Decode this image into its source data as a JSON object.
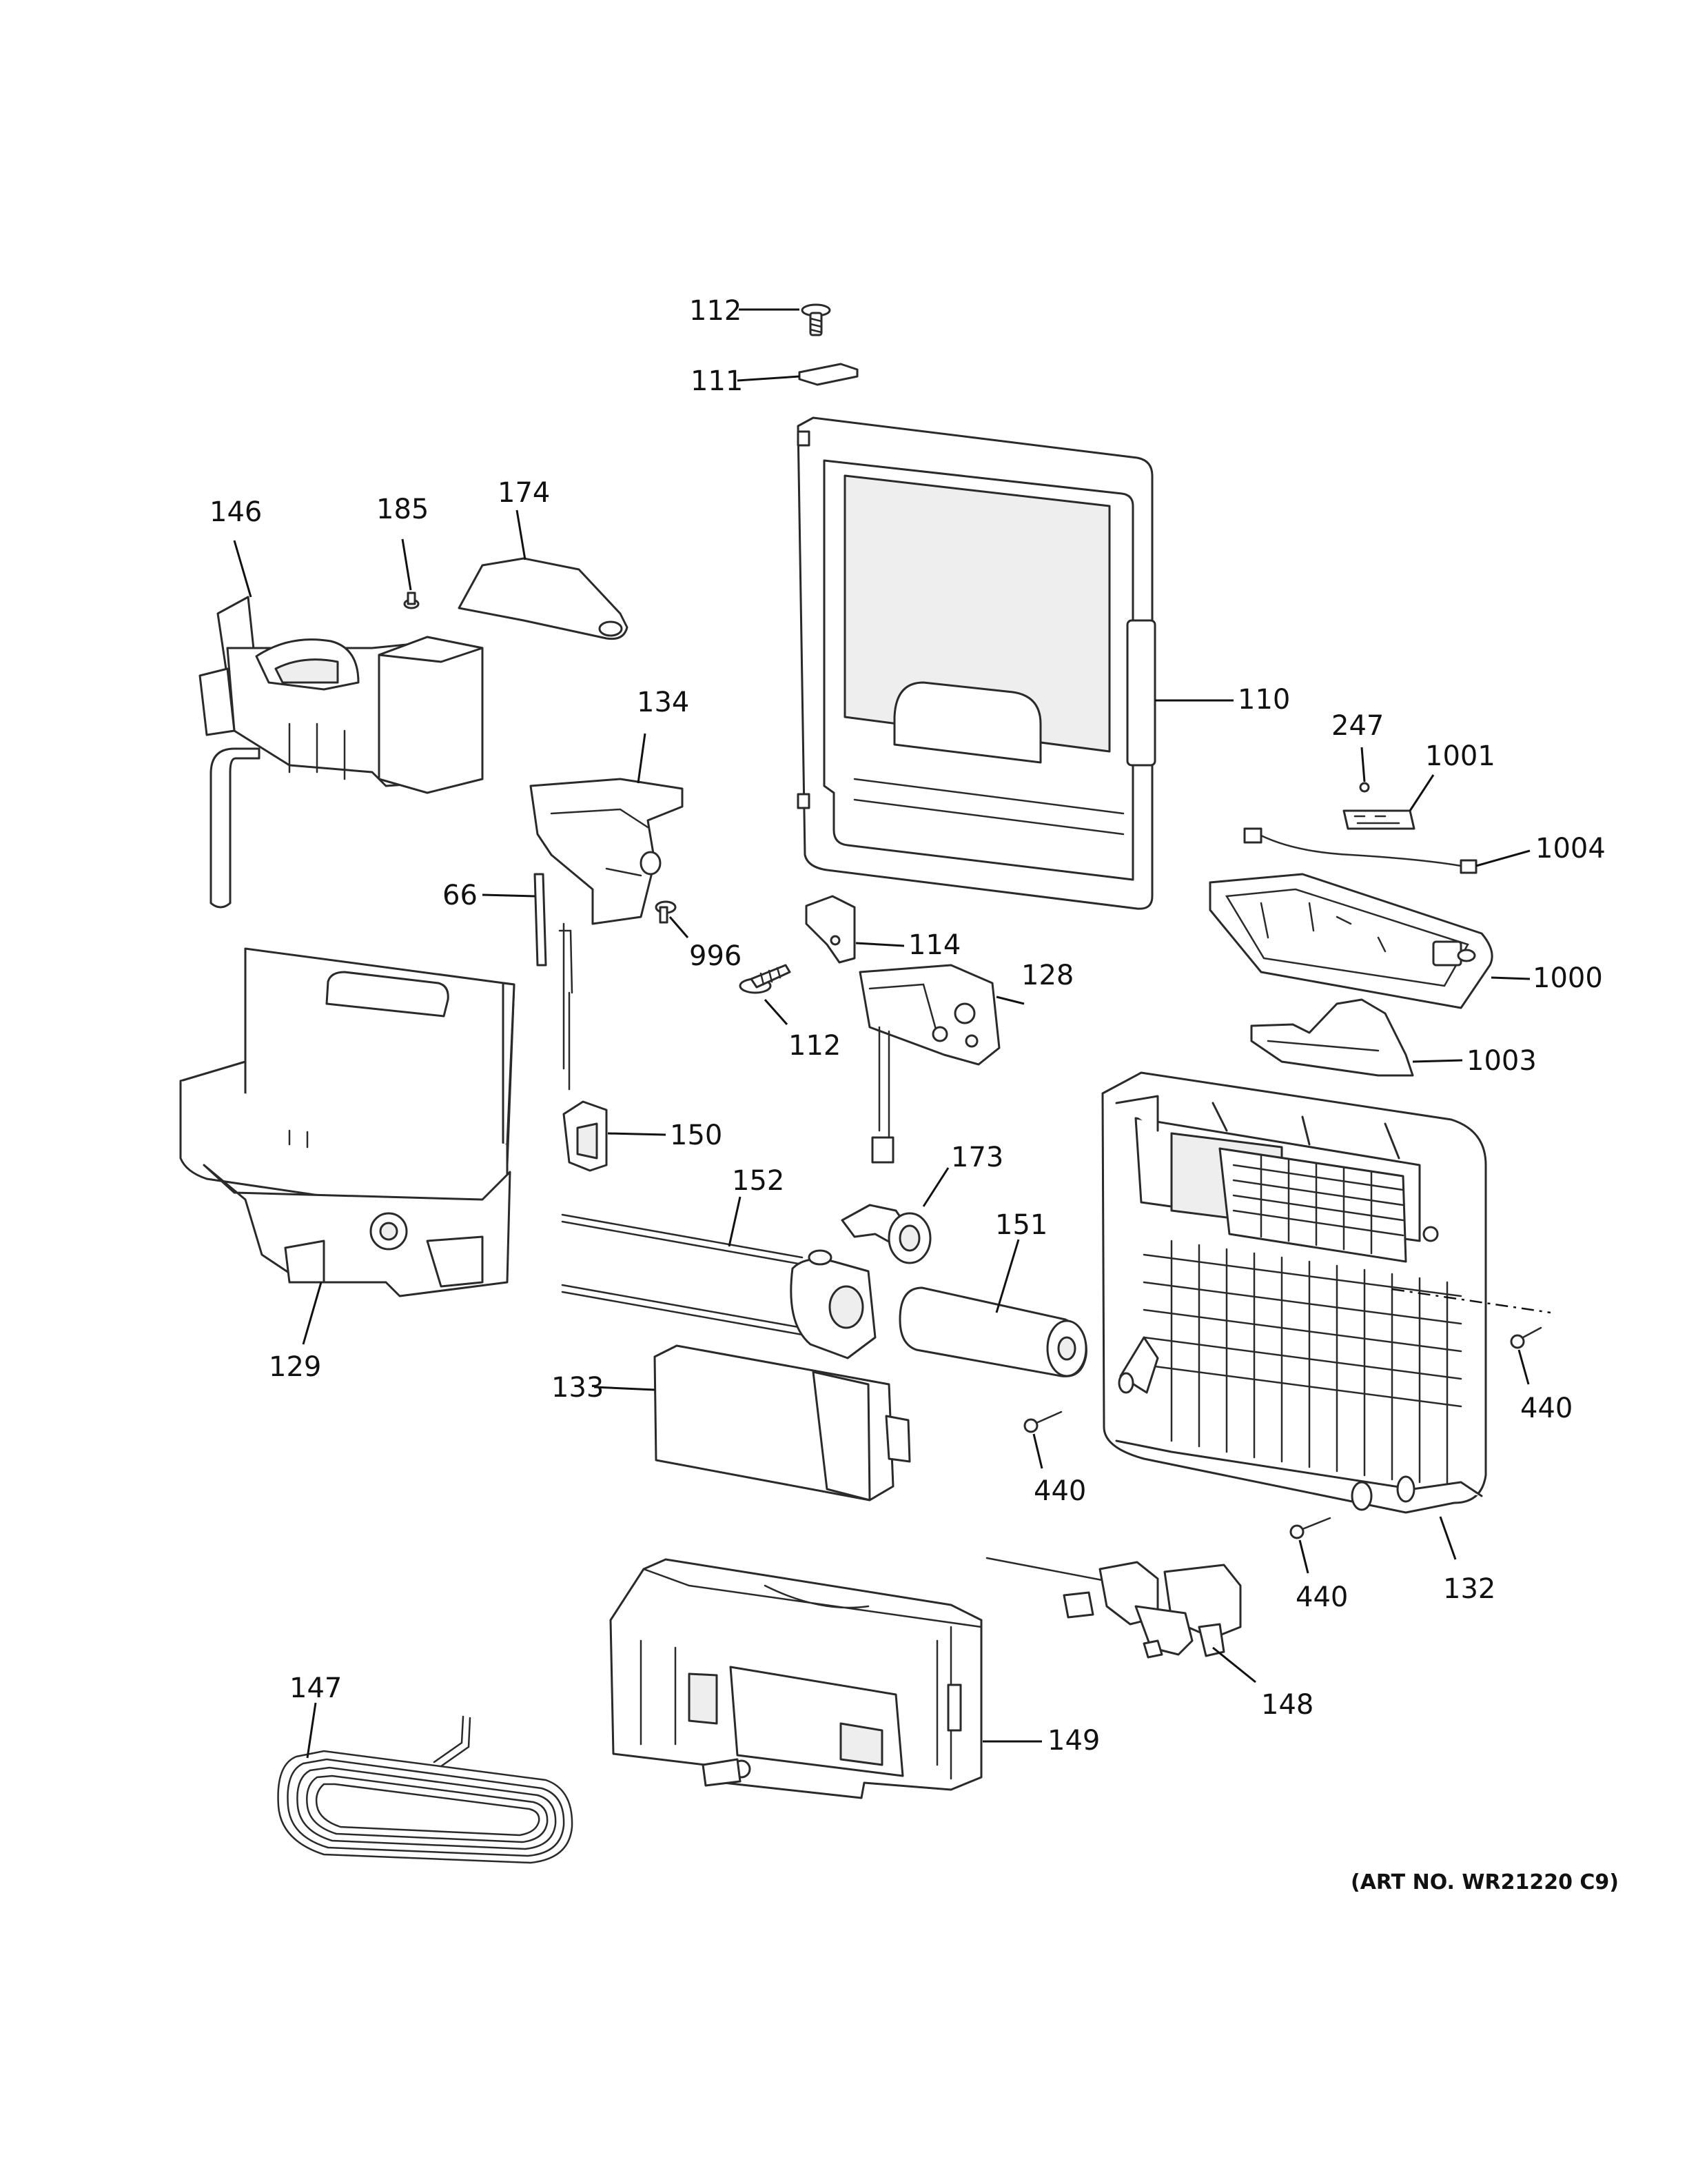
{
  "diagram": {
    "art_number": "(ART NO. WR21220 C9)",
    "callouts": {
      "c112a": "112",
      "c111": "111",
      "c110": "110",
      "c146": "146",
      "c185": "185",
      "c174": "174",
      "c134": "134",
      "c66": "66",
      "c996": "996",
      "c114": "114",
      "c112b": "112",
      "c247": "247",
      "c1001": "1001",
      "c1004": "1004",
      "c1000": "1000",
      "c128": "128",
      "c1003": "1003",
      "c150": "150",
      "c173": "173",
      "c152": "152",
      "c151": "151",
      "c129": "129",
      "c133": "133",
      "c440a": "440",
      "c440b": "440",
      "c440c": "440",
      "c132": "132",
      "c148": "148",
      "c147": "147",
      "c149": "149"
    }
  }
}
